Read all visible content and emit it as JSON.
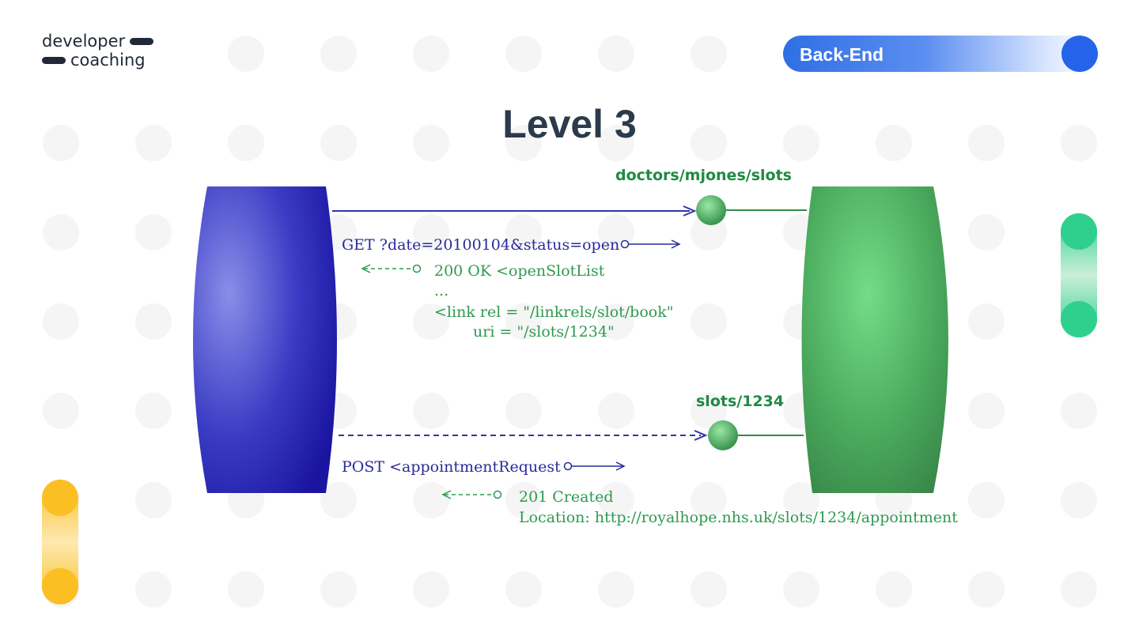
{
  "logo": {
    "line1": "developer",
    "line2": "coaching"
  },
  "badge": {
    "label": "Back-End"
  },
  "title": "Level 3",
  "colors": {
    "client": "#3b37b8",
    "server": "#3f9a55",
    "blue_text": "#2a2a9a",
    "green_text": "#2e9a4f",
    "accent_green": "#2fd08d",
    "accent_yellow": "#fbbf24",
    "accent_blue": "#2563eb"
  },
  "diagram": {
    "resource_slots_list": "doctors/mjones/slots",
    "resource_slot": "slots/1234",
    "request1": "GET ?date=20100104&status=open",
    "response1": [
      "200 OK <openSlotList",
      "...",
      "<link rel = \"/linkrels/slot/book\"",
      "uri = \"/slots/1234\""
    ],
    "request2": "POST <appointmentRequest",
    "response2": [
      "201 Created",
      "Location: http://royalhope.nhs.uk/slots/1234/appointment"
    ]
  }
}
